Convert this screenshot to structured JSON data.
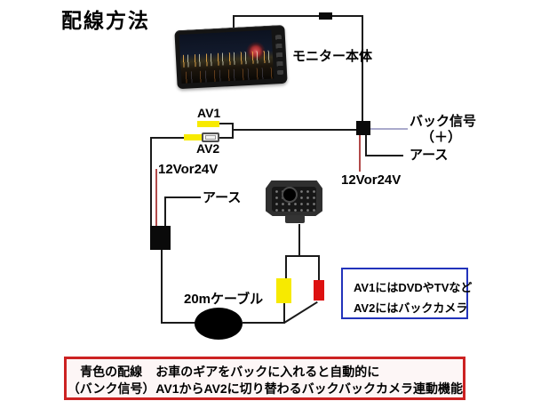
{
  "title": "配線方法",
  "monitor": {
    "label": "モニター本体"
  },
  "av_inputs": {
    "av1_label": "AV1",
    "av2_label": "AV2"
  },
  "right_terminal": {
    "back_signal": "バック信号",
    "plus": "（＋）",
    "ground": "アース",
    "power": "12Vor24V"
  },
  "left_branch": {
    "power": "12Vor24V",
    "ground": "アース",
    "cable": "20mケーブル"
  },
  "av_note": {
    "line1": "AV1にはDVDやTVなど",
    "line2": "AV2にはバックカメラ"
  },
  "caption": {
    "heading_line1": "青色の配線",
    "heading_line2": "（バンク信号）",
    "body_line1": "お車のギアをバックに入れると自動的に",
    "body_line2": "AV1からAV2に切り替わるバックバックカメラ連動機能"
  },
  "colors": {
    "wire_black": "#1a1a1a",
    "wire_red": "#b24a4a",
    "wire_blue": "#aaaacc",
    "connector_yellow": "#f7ea00",
    "connector_red": "#dd1111",
    "note_border_blue": "#2233bb",
    "note_border_red": "#cc2222"
  }
}
